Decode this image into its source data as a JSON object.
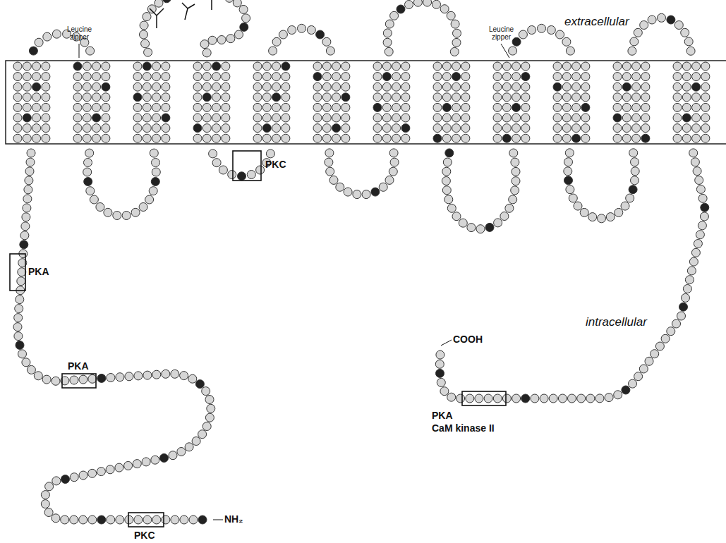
{
  "diagram": {
    "labels": [
      "Leucine zipper",
      "extracellular",
      "Leucine zipper",
      "PKA",
      "PKC",
      "PKA",
      "intracellular",
      "COOH",
      "PKC",
      "NH₂",
      "PKA",
      "CaM kinase II"
    ]
  }
}
